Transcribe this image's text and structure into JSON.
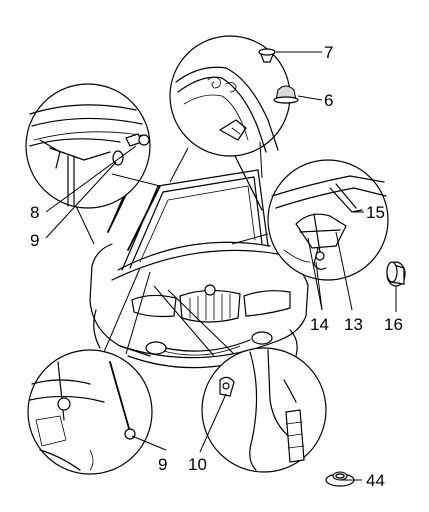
{
  "callouts": {
    "c7": "7",
    "c6": "6",
    "c8": "8",
    "c9a": "9",
    "c15": "15",
    "c14": "14",
    "c13": "13",
    "c16": "16",
    "c9b": "9",
    "c10": "10",
    "c44": "44"
  }
}
